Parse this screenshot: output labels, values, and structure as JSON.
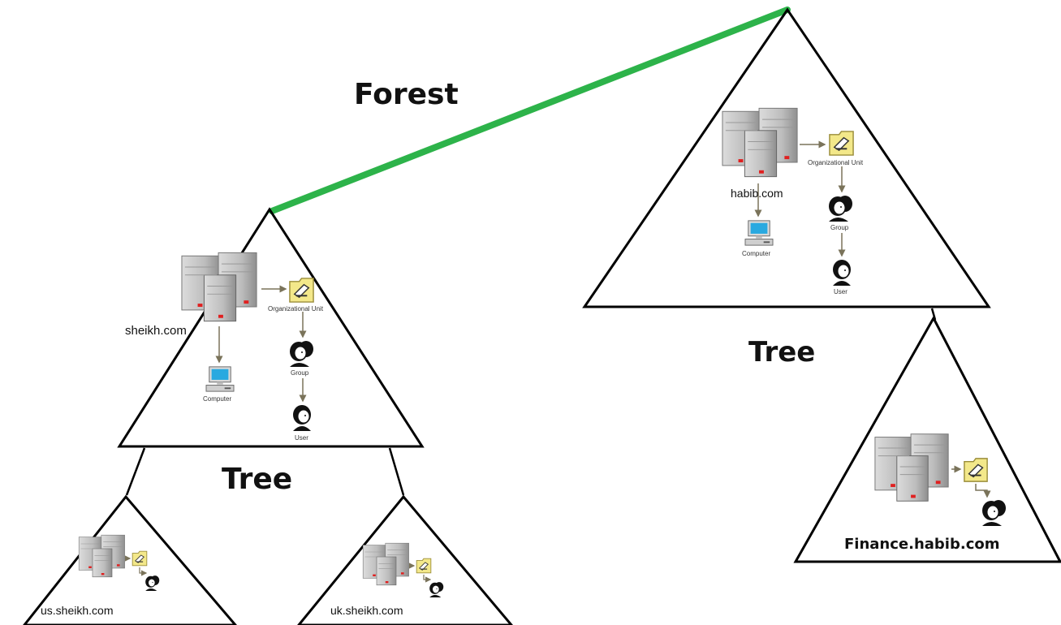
{
  "headings": {
    "forest": "Forest",
    "tree_left": "Tree",
    "tree_right": "Tree"
  },
  "domains": {
    "sheikh": {
      "name": "sheikh.com",
      "ou_label": "Organizational Unit",
      "computer_label": "Computer",
      "group_label": "Group",
      "user_label": "User"
    },
    "habib": {
      "name": "habib.com",
      "ou_label": "Organizational Unit",
      "computer_label": "Computer",
      "group_label": "Group",
      "user_label": "User"
    },
    "us": {
      "name": "us.sheikh.com"
    },
    "uk": {
      "name": "uk.sheikh.com"
    },
    "finance": {
      "name": "Finance.habib.com"
    }
  },
  "colors": {
    "forest_link": "#2db34a",
    "outline": "#000000",
    "server": "#b8b8b8",
    "folder": "#f3e88a",
    "monitor_screen": "#29a9e0"
  },
  "icons": [
    "server-icon",
    "folder-icon",
    "group-icon",
    "user-icon",
    "computer-icon"
  ]
}
